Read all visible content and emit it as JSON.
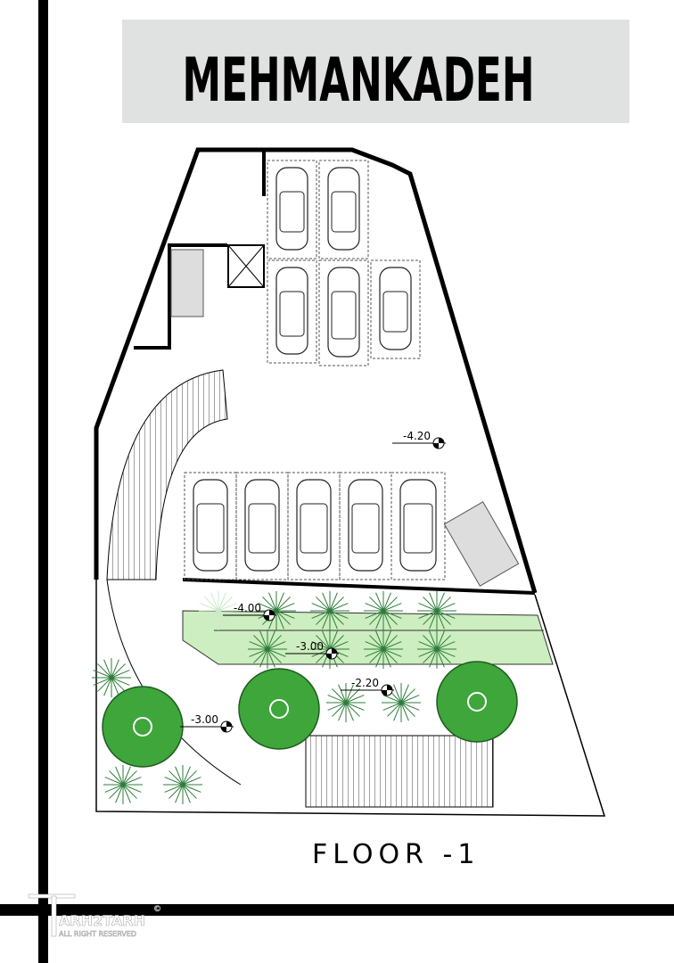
{
  "title": "MEHMANKADEH",
  "floor_label": "FLOOR -1",
  "logo": {
    "name": "ARH2TARH",
    "tagline": "ALL RIGHT RESERVED",
    "copyright": "©"
  },
  "levels": {
    "parking": "-4.20",
    "upper_garden": "-4.00",
    "mid_garden": "-3.00",
    "path": "-2.20",
    "left_garden": "-3.00"
  },
  "colors": {
    "title_bg": "#e0e1e1",
    "lawn": "#cdeec0",
    "tree": "#3ea63a",
    "tree_line": "#2e7d3a",
    "wall": "#000000"
  }
}
